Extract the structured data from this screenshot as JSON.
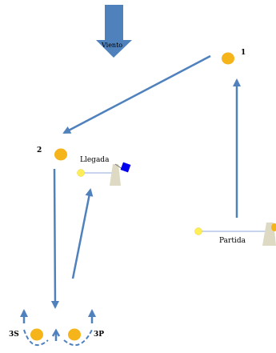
{
  "diagram": {
    "wind_label": "Viento",
    "marks": {
      "m1": "1",
      "m2": "2",
      "m3s": "3S",
      "m3p": "3P"
    },
    "finish_label": "Llegada",
    "start_label": "Partida"
  },
  "colors": {
    "arrow": "#4f81bd",
    "buoy": "#f4b41a",
    "flag_blue": "#0000ee",
    "pin_yellow": "#ffee55",
    "boat_gray": "#ddd9c3"
  }
}
